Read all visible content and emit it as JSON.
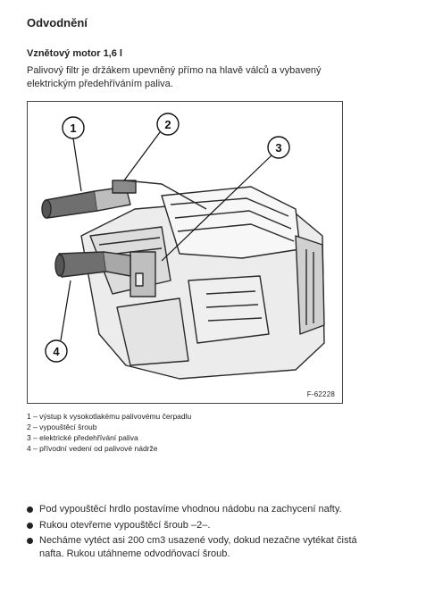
{
  "heading": "Odvodnění",
  "subheading": "Vznětový motor 1,6 l",
  "intro_text": "Palivový filtr je držákem upevněný přímo na hlavě válců a vybavený elektrickým předehříváním paliva.",
  "figure": {
    "reference": "F-62228",
    "callouts": [
      "1",
      "2",
      "3",
      "4"
    ]
  },
  "legend": [
    "1 – výstup k vysokotlakému palivovému čerpadlu",
    "2 – vypouštěcí šroub",
    "3 – elektrické předehřívání paliva",
    "4 – přívodní vedení od palivové nádrže"
  ],
  "steps": [
    "Pod vypouštěcí hrdlo postavíme vhodnou nádobu na zachycení nafty.",
    "Rukou otevřeme vypouštěcí šroub –2–.",
    "Necháme vytéct asi 200 cm3 usazené vody, dokud nezačne vytékat čistá nafta. Rukou utáhneme odvodňovací šroub."
  ]
}
